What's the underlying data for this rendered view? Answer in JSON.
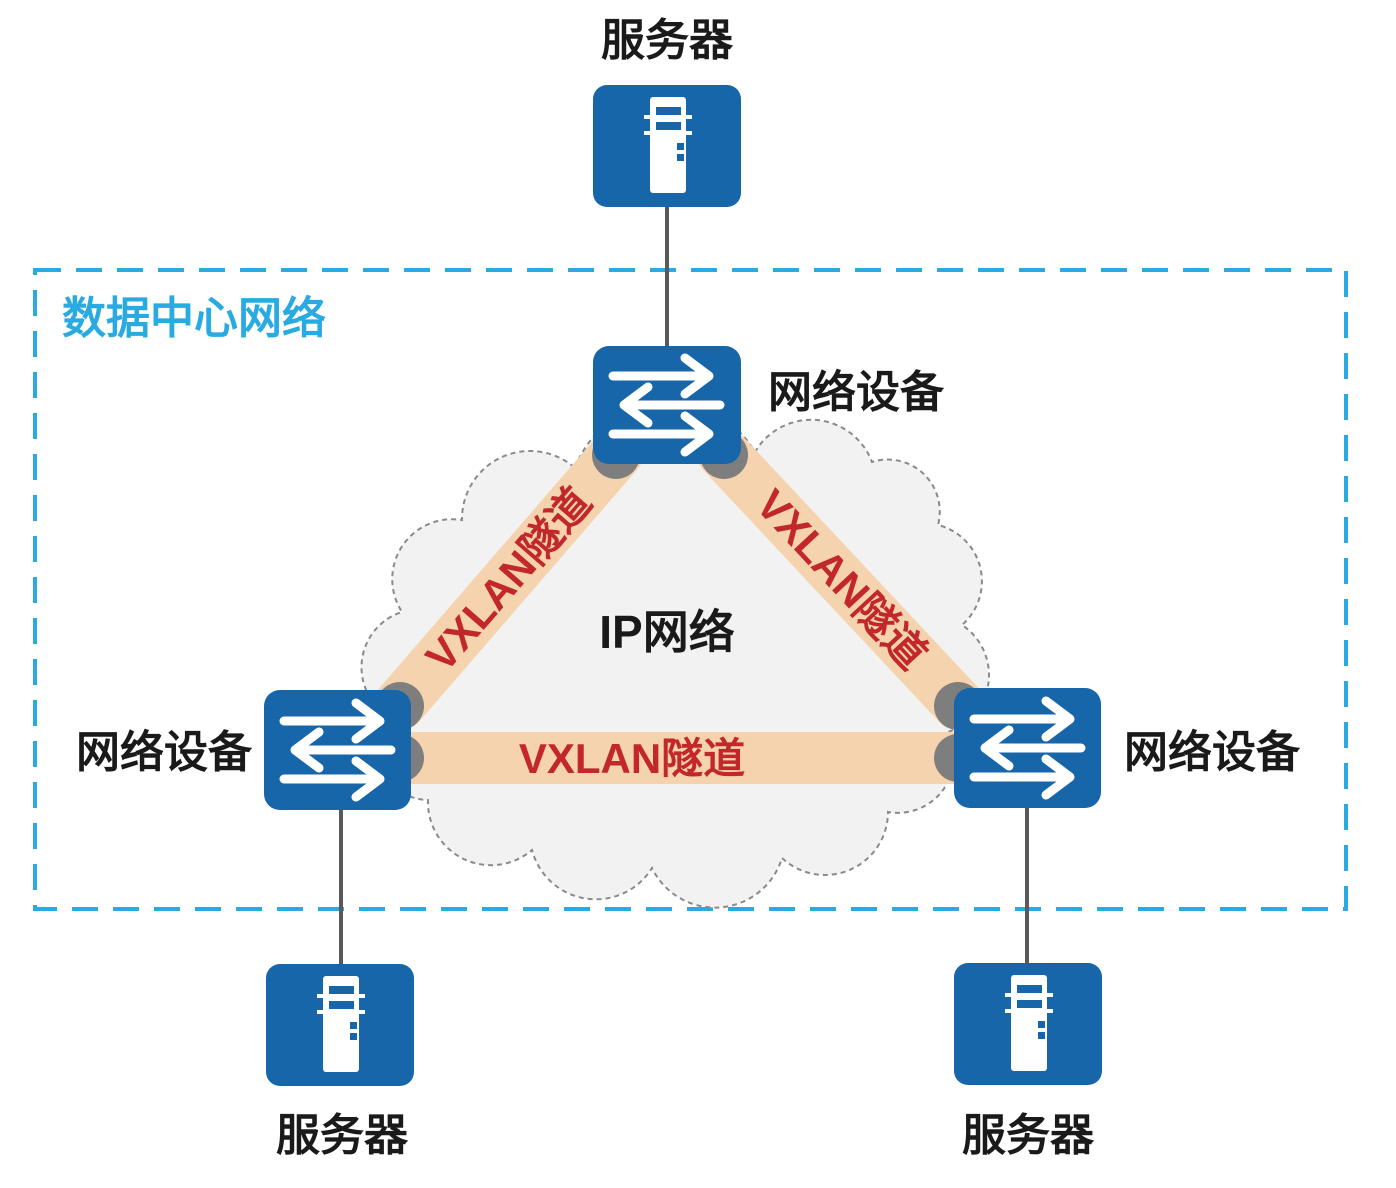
{
  "diagram": {
    "region_label": "数据中心网络",
    "cloud_label": "IP网络",
    "top_server_label": "服务器",
    "bottom_left_server_label": "服务器",
    "bottom_right_server_label": "服务器",
    "top_device_label": "网络设备",
    "left_device_label": "网络设备",
    "right_device_label": "网络设备",
    "tunnel_left_label": "VXLAN隧道",
    "tunnel_right_label": "VXLAN隧道",
    "tunnel_bottom_label": "VXLAN隧道",
    "colors": {
      "node_blue": "#1766A9",
      "tunnel_fill": "#F5D3AE",
      "tunnel_cap": "#7E7E7E",
      "tunnel_text": "#C1272D",
      "box_blue": "#29ABE2",
      "cloud_fill": "#F2F2F2",
      "cloud_stroke": "#8A8A8A",
      "link_gray": "#595959",
      "label_color": "#1A1A1A"
    }
  }
}
